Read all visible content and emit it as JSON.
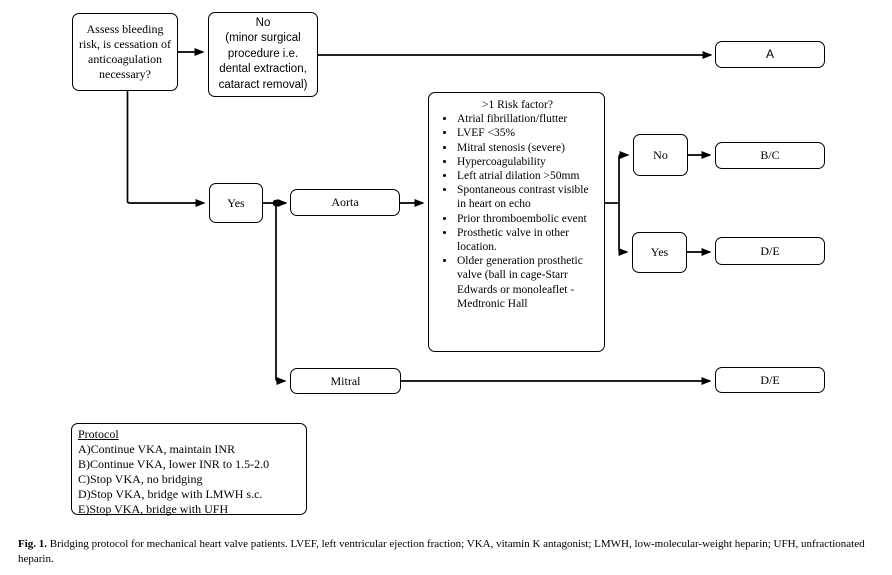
{
  "flowchart": {
    "assess_box": {
      "label": "Assess bleeding risk, is cessation of anticoagulation necessary?"
    },
    "no_minor_box": {
      "line1": "No",
      "rest": "(minor surgical procedure i.e. dental extraction, cataract removal)"
    },
    "outcome_a": "A",
    "yes_box": "Yes",
    "aorta_box": "Aorta",
    "risk_box": {
      "title": ">1 Risk factor?",
      "items": [
        "Atrial fibrillation/flutter",
        "LVEF <35%",
        "Mitral stenosis (severe)",
        "Hypercoagulability",
        "Left atrial dilation >50mm",
        "Spontaneous contrast visible in heart on echo",
        "Prior thromboembolic event",
        "Prosthetic valve in other location.",
        "Older generation prosthetic valve (ball in cage-Starr Edwards or monoleaflet -Medtronic Hall"
      ]
    },
    "branch_no": "No",
    "branch_yes": "Yes",
    "outcome_bc": "B/C",
    "outcome_de_top": "D/E",
    "mitral_box": "Mitral",
    "outcome_de_bottom": "D/E",
    "protocol_box": {
      "title": "Protocol",
      "lines": [
        "A)Continue VKA, maintain INR",
        "B)Continue VKA, lower INR to 1.5-2.0",
        "C)Stop VKA, no bridging",
        "D)Stop VKA, bridge with LMWH s.c.",
        "E)Stop VKA, bridge with UFH"
      ]
    }
  },
  "caption": {
    "fig_label": "Fig. 1.",
    "text": "Bridging protocol for mechanical heart valve patients. LVEF, left ventricular ejection fraction; VKA, vitamin K antagonist; LMWH, low-molecular-weight heparin; UFH, unfractionated heparin."
  },
  "colors": {
    "stroke": "#000000",
    "background": "#ffffff"
  }
}
